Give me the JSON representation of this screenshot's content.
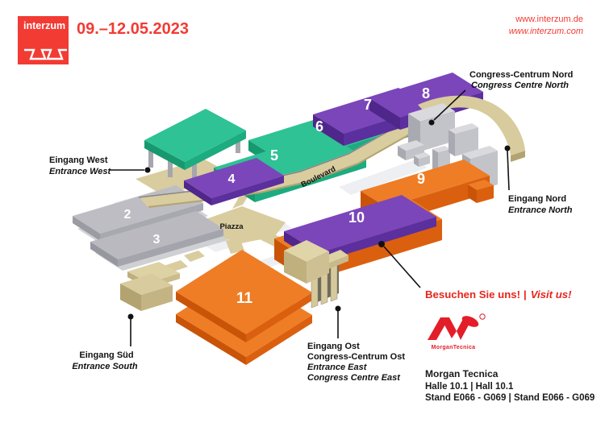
{
  "header": {
    "logo_text": "interzum",
    "dates": "09.–12.05.2023",
    "url_de": "www.interzum.de",
    "url_com": "www.interzum.com"
  },
  "map": {
    "boulevard_label": "Boulevard",
    "piazza_label": "Piazza",
    "halls": [
      {
        "number": "2"
      },
      {
        "number": "3"
      },
      {
        "number": "4"
      },
      {
        "number": "5"
      },
      {
        "number": "6"
      },
      {
        "number": "7"
      },
      {
        "number": "8"
      },
      {
        "number": "9"
      },
      {
        "number": "10"
      },
      {
        "number": "11"
      }
    ]
  },
  "annotations": {
    "congress_north": {
      "de": "Congress-Centrum Nord",
      "en": "Congress Centre North"
    },
    "entrance_west": {
      "de": "Eingang West",
      "en": "Entrance West"
    },
    "entrance_north": {
      "de": "Eingang Nord",
      "en": "Entrance North"
    },
    "entrance_south": {
      "de": "Eingang Süd",
      "en": "Entrance South"
    },
    "entrance_east": {
      "de1": "Eingang Ost",
      "de2": "Congress-Centrum Ost",
      "en1": "Entrance East",
      "en2": "Congress Centre East"
    },
    "visit": {
      "de": "Besuchen Sie uns!",
      "sep": "|",
      "en": "Visit us!"
    }
  },
  "exhibitor": {
    "logo_name": "MorganTecnica",
    "name": "Morgan Tecnica",
    "hall_line": "Halle 10.1 | Hall 10.1",
    "stand_line": "Stand E066 - G069 | Stand E066 - G069"
  },
  "colors": {
    "interzum_red": "#f23b33",
    "visit_red": "#e8251d",
    "morgan_red": "#e31e29",
    "hall_teal": "#2ec294",
    "hall_purple": "#7b46ba",
    "hall_orange": "#ee7d26",
    "hall_gray": "#bdbdc3",
    "walkway_tan": "#d9cc9e"
  }
}
